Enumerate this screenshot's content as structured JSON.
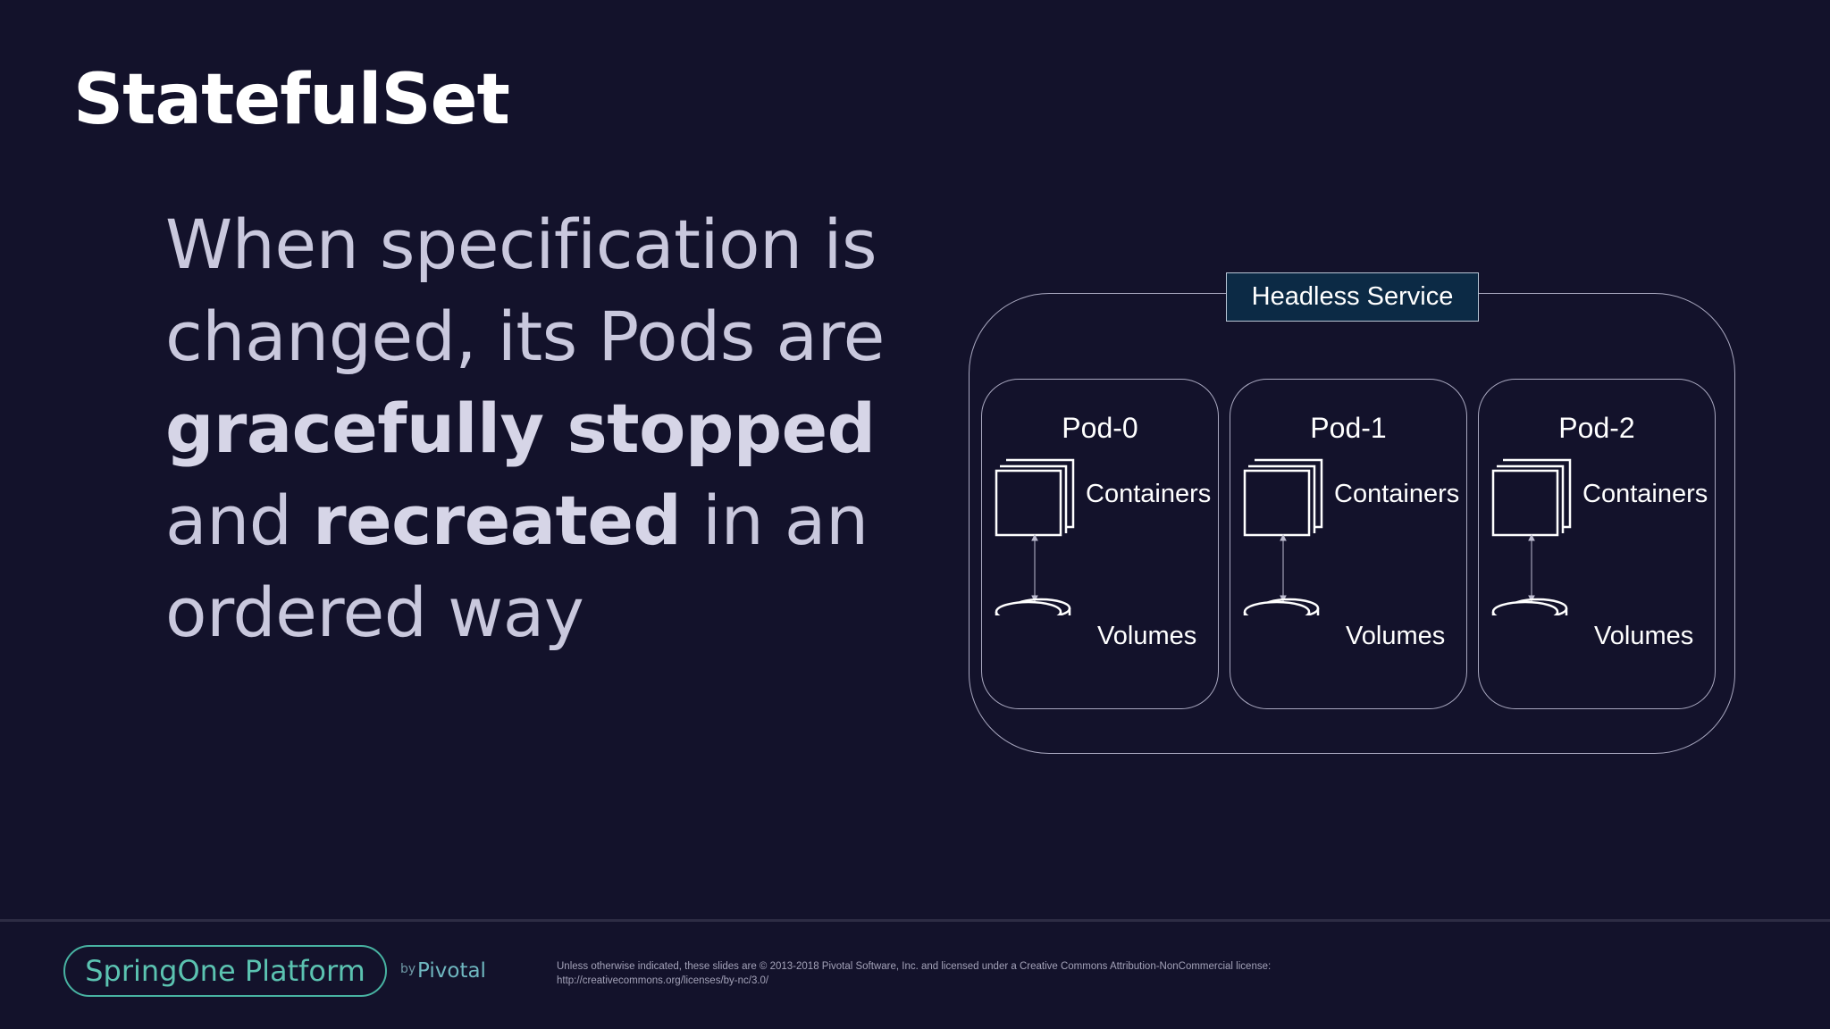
{
  "slide": {
    "title": "StatefulSet",
    "body": {
      "segments": [
        {
          "text": "When specification is changed, its Pods are ",
          "bold": false
        },
        {
          "text": "gracefully stopped",
          "bold": true
        },
        {
          "text": " and ",
          "bold": false
        },
        {
          "text": "recreated",
          "bold": true
        },
        {
          "text": " in an ordered way",
          "bold": false
        }
      ]
    }
  },
  "diagram": {
    "service_label": "Headless Service",
    "pods": [
      {
        "name": "Pod-0",
        "containers_label": "Containers",
        "volumes_label": "Volumes"
      },
      {
        "name": "Pod-1",
        "containers_label": "Containers",
        "volumes_label": "Volumes"
      },
      {
        "name": "Pod-2",
        "containers_label": "Containers",
        "volumes_label": "Volumes"
      }
    ],
    "icons": [
      "stacked-squares-icon",
      "database-icon",
      "arrow-icon"
    ]
  },
  "footer": {
    "brand": "SpringOne Platform",
    "by": "by",
    "vendor": "Pivotal",
    "legal_line1": "Unless otherwise indicated, these slides are © 2013-2018 Pivotal Software, Inc. and licensed under a Creative Commons Attribution-NonCommercial license:",
    "legal_line2": "http://creativecommons.org/licenses/by-nc/3.0/"
  },
  "colors": {
    "background": "#13122b",
    "brand_accent": "#48b3a2",
    "service_fill": "#0c2a45"
  }
}
